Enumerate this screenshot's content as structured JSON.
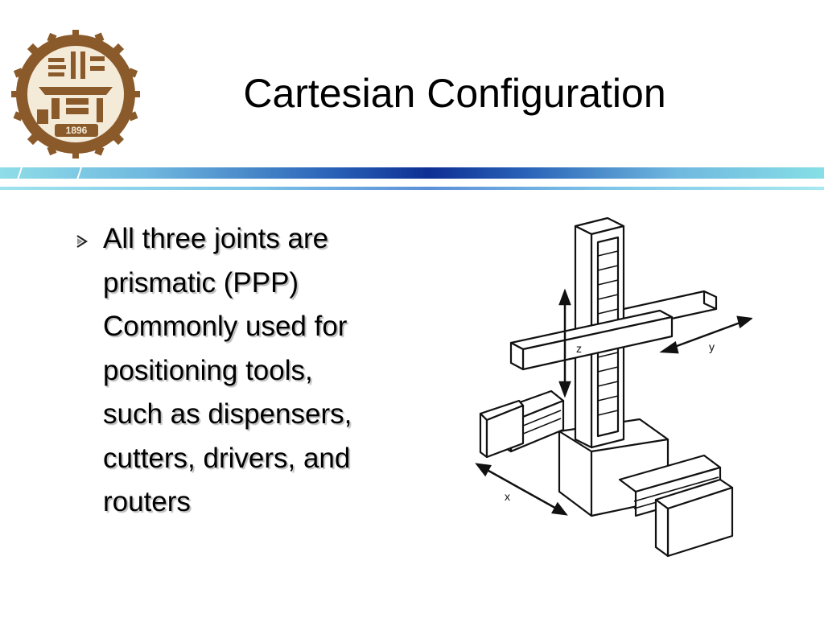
{
  "slide": {
    "title": "Cartesian Configuration",
    "logo_icon": "university-gear-emblem-icon",
    "bullet_icon": "chevron-arrow-bullet-icon",
    "bullet_lines": [
      "All three joints are",
      "prismatic (PPP)",
      "Commonly used for",
      "positioning tools,",
      "such as dispensers,",
      "cutters, drivers, and",
      "routers"
    ],
    "logo_year": "1896"
  },
  "diagram": {
    "icon": "cartesian-robot-illustration",
    "labels": {
      "z": "z",
      "y": "y",
      "x": "x"
    }
  },
  "colors": {
    "band_dark": "#0d2f93",
    "band_light": "#8fdde8",
    "logo_brown": "#8a5a2b"
  }
}
